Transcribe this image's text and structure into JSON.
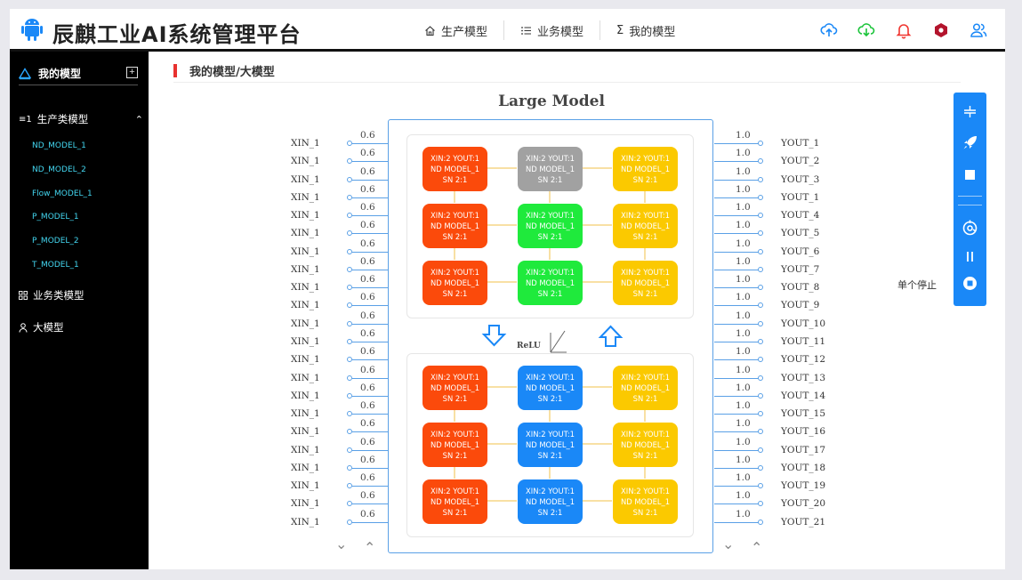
{
  "header": {
    "title": "辰麒工业AI系统管理平台",
    "nav": [
      {
        "label": "生产模型",
        "icon": "home-icon"
      },
      {
        "label": "业务模型",
        "icon": "list-icon"
      },
      {
        "label": "我的模型",
        "icon": "sigma-icon"
      }
    ],
    "actions": [
      "upload-icon",
      "download-icon",
      "bell-icon",
      "hexagon-icon",
      "users-icon"
    ]
  },
  "sidebar": {
    "title": "我的模型",
    "groups": [
      {
        "label": "生产类模型",
        "expanded": true,
        "items": [
          "ND_MODEL_1",
          "ND_MODEL_2",
          "Flow_MODEL_1",
          "P_MODEL_1",
          "P_MODEL_2",
          "T_MODEL_1"
        ]
      },
      {
        "label": "业务类模型",
        "expanded": false,
        "items": []
      },
      {
        "label": "大模型",
        "expanded": false,
        "items": []
      }
    ]
  },
  "breadcrumb": "我的模型/大模型",
  "model": {
    "title": "Large Model",
    "relu_label": "ReLU",
    "inputs": [
      {
        "label": "XIN_1",
        "value": "0.6"
      },
      {
        "label": "XIN_1",
        "value": "0.6"
      },
      {
        "label": "XIN_1",
        "value": "0.6"
      },
      {
        "label": "XIN_1",
        "value": "0.6"
      },
      {
        "label": "XIN_1",
        "value": "0.6"
      },
      {
        "label": "XIN_1",
        "value": "0.6"
      },
      {
        "label": "XIN_1",
        "value": "0.6"
      },
      {
        "label": "XIN_1",
        "value": "0.6"
      },
      {
        "label": "XIN_1",
        "value": "0.6"
      },
      {
        "label": "XIN_1",
        "value": "0.6"
      },
      {
        "label": "XIN_1",
        "value": "0.6"
      },
      {
        "label": "XIN_1",
        "value": "0.6"
      },
      {
        "label": "XIN_1",
        "value": "0.6"
      },
      {
        "label": "XIN_1",
        "value": "0.6"
      },
      {
        "label": "XIN_1",
        "value": "0.6"
      },
      {
        "label": "XIN_1",
        "value": "0.6"
      },
      {
        "label": "XIN_1",
        "value": "0.6"
      },
      {
        "label": "XIN_1",
        "value": "0.6"
      },
      {
        "label": "XIN_1",
        "value": "0.6"
      },
      {
        "label": "XIN_1",
        "value": "0.6"
      },
      {
        "label": "XIN_1",
        "value": "0.6"
      },
      {
        "label": "XIN_1",
        "value": "0.6"
      }
    ],
    "outputs": [
      {
        "label": "YOUT_1",
        "value": "1.0"
      },
      {
        "label": "YOUT_2",
        "value": "1.0"
      },
      {
        "label": "YOUT_3",
        "value": "1.0"
      },
      {
        "label": "YOUT_1",
        "value": "1.0"
      },
      {
        "label": "YOUT_4",
        "value": "1.0"
      },
      {
        "label": "YOUT_5",
        "value": "1.0"
      },
      {
        "label": "YOUT_6",
        "value": "1.0"
      },
      {
        "label": "YOUT_7",
        "value": "1.0"
      },
      {
        "label": "YOUT_8",
        "value": "1.0"
      },
      {
        "label": "YOUT_9",
        "value": "1.0"
      },
      {
        "label": "YOUT_10",
        "value": "1.0"
      },
      {
        "label": "YOUT_11",
        "value": "1.0"
      },
      {
        "label": "YOUT_12",
        "value": "1.0"
      },
      {
        "label": "YOUT_13",
        "value": "1.0"
      },
      {
        "label": "YOUT_14",
        "value": "1.0"
      },
      {
        "label": "YOUT_15",
        "value": "1.0"
      },
      {
        "label": "YOUT_16",
        "value": "1.0"
      },
      {
        "label": "YOUT_17",
        "value": "1.0"
      },
      {
        "label": "YOUT_18",
        "value": "1.0"
      },
      {
        "label": "YOUT_19",
        "value": "1.0"
      },
      {
        "label": "YOUT_20",
        "value": "1.0"
      },
      {
        "label": "YOUT_21",
        "value": "1.0"
      }
    ],
    "node_text": [
      "XIN:2 YOUT:1",
      "ND MODEL_1",
      "SN 2:1"
    ],
    "top_block": [
      [
        "orange",
        "gray",
        "yellow"
      ],
      [
        "orange",
        "green",
        "yellow"
      ],
      [
        "orange",
        "green",
        "yellow"
      ]
    ],
    "bottom_block": [
      [
        "orange",
        "blue",
        "yellow"
      ],
      [
        "orange",
        "blue",
        "yellow"
      ],
      [
        "orange",
        "blue",
        "yellow"
      ]
    ]
  },
  "colors": {
    "orange": "#fb4a0b",
    "yellow": "#fbc900",
    "gray": "#a1a1a1",
    "green": "#1fea3c",
    "blue": "#1a88f7",
    "accent": "#1a88f7",
    "breadcrumb_bar": "#e8312f"
  },
  "control_panel": {
    "tools": [
      "split-icon",
      "rocket-icon",
      "stop-square-icon",
      "target-icon",
      "pause-icon",
      "stop-circle-icon"
    ],
    "status": "单个停止"
  }
}
